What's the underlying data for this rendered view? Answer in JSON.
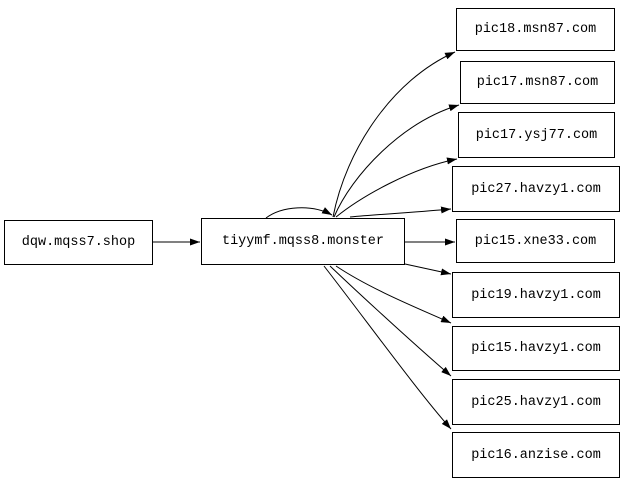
{
  "diagram": {
    "type": "directed-graph",
    "background_color": "#ffffff",
    "node_border_color": "#000000",
    "node_fill_color": "#ffffff",
    "text_color": "#000000",
    "edge_color": "#000000",
    "source_node": {
      "label": "dqw.mqss7.shop"
    },
    "hub_node": {
      "label": "tiyymf.mqss8.monster",
      "has_self_loop": true
    },
    "target_nodes": [
      {
        "label": "pic18.msn87.com"
      },
      {
        "label": "pic17.msn87.com"
      },
      {
        "label": "pic17.ysj77.com"
      },
      {
        "label": "pic27.havzy1.com"
      },
      {
        "label": "pic15.xne33.com"
      },
      {
        "label": "pic19.havzy1.com"
      },
      {
        "label": "pic15.havzy1.com"
      },
      {
        "label": "pic25.havzy1.com"
      },
      {
        "label": "pic16.anzise.com"
      }
    ],
    "edges": [
      {
        "from": "dqw.mqss7.shop",
        "to": "tiyymf.mqss8.monster"
      },
      {
        "from": "tiyymf.mqss8.monster",
        "to": "tiyymf.mqss8.monster"
      },
      {
        "from": "tiyymf.mqss8.monster",
        "to": "pic18.msn87.com"
      },
      {
        "from": "tiyymf.mqss8.monster",
        "to": "pic17.msn87.com"
      },
      {
        "from": "tiyymf.mqss8.monster",
        "to": "pic17.ysj77.com"
      },
      {
        "from": "tiyymf.mqss8.monster",
        "to": "pic27.havzy1.com"
      },
      {
        "from": "tiyymf.mqss8.monster",
        "to": "pic15.xne33.com"
      },
      {
        "from": "tiyymf.mqss8.monster",
        "to": "pic19.havzy1.com"
      },
      {
        "from": "tiyymf.mqss8.monster",
        "to": "pic15.havzy1.com"
      },
      {
        "from": "tiyymf.mqss8.monster",
        "to": "pic25.havzy1.com"
      },
      {
        "from": "tiyymf.mqss8.monster",
        "to": "pic16.anzise.com"
      }
    ]
  }
}
